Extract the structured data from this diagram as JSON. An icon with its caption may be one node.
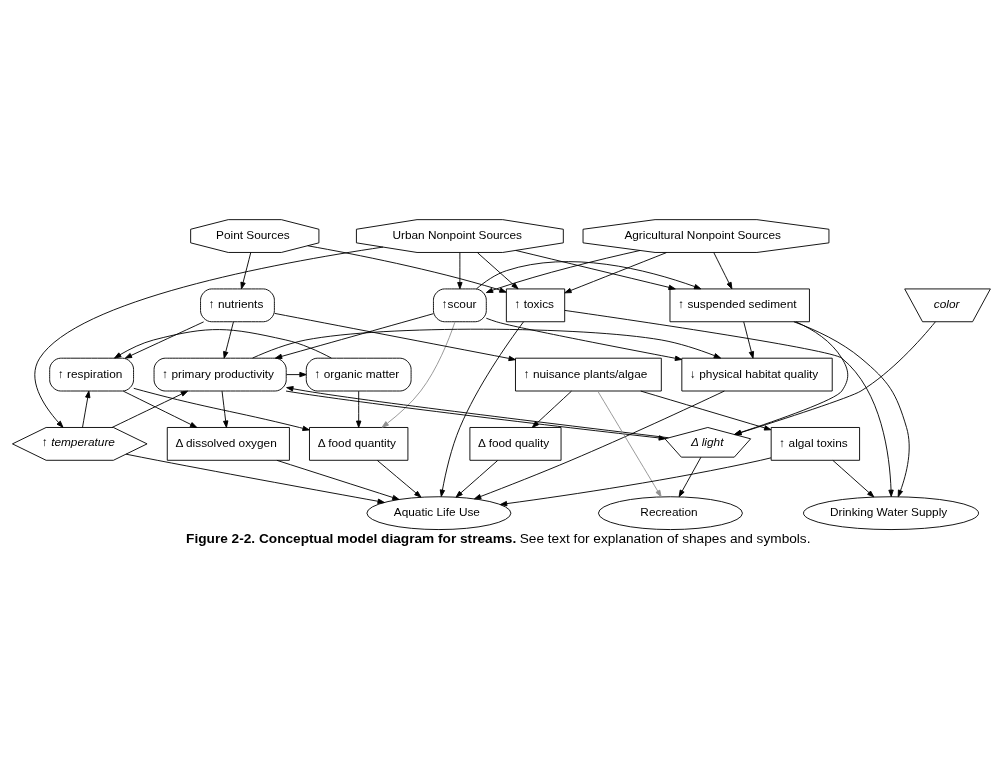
{
  "diagram": {
    "caption": "**Figure 2-2. Conceptual model diagram for streams.** See text for explanation of shapes and symbols.",
    "nodes": [
      {
        "text": [
          "Agricultural Nonpoint Sources"
        ]
      },
      {
        "text": [
          "Urban Nonpoint Sources"
        ]
      },
      {
        "text": [
          "Point Sources"
        ]
      },
      {
        "text": [
          "↑scour"
        ]
      },
      {
        "text": [
          "↑ suspended sediment"
        ]
      },
      {
        "text": [
          "color"
        ]
      },
      {
        "text": [
          "↑ nutrients"
        ]
      },
      {
        "text": [
          "↑ toxics"
        ]
      },
      {
        "text": [
          "Δ light"
        ]
      },
      {
        "text": [
          "↑ temperature"
        ]
      },
      {
        "text": [
          "↓ physical habitat quality"
        ]
      },
      {
        "text": [
          "↑ primary productivity"
        ]
      },
      {
        "text": [
          "↑ organic matter"
        ]
      },
      {
        "text": [
          "↑ respiration"
        ]
      },
      {
        "text": [
          "↑ nuisance plants/algae"
        ]
      },
      {
        "text": [
          "Δ dissolved oxygen"
        ]
      },
      {
        "text": [
          "Δ food quantity"
        ]
      },
      {
        "text": [
          "Δ food quality"
        ]
      },
      {
        "text": [
          "↑ algal toxins"
        ]
      },
      {
        "text": [
          "Recreation"
        ]
      },
      {
        "text": [
          "Aquatic Life Use"
        ]
      },
      {
        "text": [
          "Drinking Water Supply"
        ]
      }
    ],
    "edges": [
      {
        "from": 0,
        "to": 3,
        "arrow": "to"
      },
      {
        "from": 0,
        "to": 4,
        "arrow": "to"
      },
      {
        "from": 1,
        "to": 3,
        "arrow": "to"
      },
      {
        "from": 1,
        "to": 4,
        "arrow": "to"
      },
      {
        "from": 0,
        "to": 7,
        "arrow": "to"
      },
      {
        "from": 1,
        "to": 7,
        "arrow": "to"
      },
      {
        "from": 2,
        "to": 7,
        "arrow": "to"
      },
      {
        "from": 2,
        "to": 6,
        "arrow": "to"
      },
      {
        "from": 1,
        "to": 9,
        "arrow": "to"
      },
      {
        "from": 3,
        "to": 4,
        "arrow": "to"
      },
      {
        "from": 3,
        "to": 10,
        "arrow": "to"
      },
      {
        "from": 3,
        "to": 11,
        "arrow": "to"
      },
      {
        "from": 3,
        "to": 16,
        "arrow": "to",
        "color": "#909090"
      },
      {
        "from": 4,
        "to": 10,
        "arrow": "to"
      },
      {
        "from": 4,
        "to": 8,
        "arrow": "to"
      },
      {
        "from": 4,
        "to": 21,
        "arrow": "to"
      },
      {
        "from": 5,
        "to": 8,
        "arrow": "to"
      },
      {
        "from": 6,
        "to": 11,
        "arrow": "to"
      },
      {
        "from": 6,
        "to": 13,
        "arrow": "to"
      },
      {
        "from": 6,
        "to": 14,
        "arrow": "to"
      },
      {
        "from": 9,
        "to": 11,
        "arrow": "to"
      },
      {
        "from": 9,
        "to": 13,
        "arrow": "to"
      },
      {
        "from": 9,
        "to": 20,
        "arrow": "to"
      },
      {
        "from": 8,
        "to": 11,
        "arrow": "to"
      },
      {
        "from": 11,
        "to": 8,
        "arrow": "to"
      },
      {
        "from": 8,
        "to": 19,
        "arrow": "to"
      },
      {
        "from": 11,
        "to": 10,
        "arrow": "to"
      },
      {
        "from": 11,
        "to": 12,
        "arrow": "to"
      },
      {
        "from": 11,
        "to": 15,
        "arrow": "to"
      },
      {
        "from": 12,
        "to": 13,
        "arrow": "to"
      },
      {
        "from": 12,
        "to": 16,
        "arrow": "to"
      },
      {
        "from": 13,
        "to": 16,
        "arrow": "to"
      },
      {
        "from": 13,
        "to": 15,
        "arrow": "to"
      },
      {
        "from": 14,
        "to": 17,
        "arrow": "to"
      },
      {
        "from": 14,
        "to": 18,
        "arrow": "to"
      },
      {
        "from": 14,
        "to": 19,
        "arrow": "to",
        "color": "#909090"
      },
      {
        "from": 7,
        "to": 20,
        "arrow": "to"
      },
      {
        "from": 7,
        "to": 21,
        "arrow": "to"
      },
      {
        "from": 10,
        "to": 20,
        "arrow": "to"
      },
      {
        "from": 15,
        "to": 20,
        "arrow": "to"
      },
      {
        "from": 16,
        "to": 20,
        "arrow": "to"
      },
      {
        "from": 17,
        "to": 20,
        "arrow": "to"
      },
      {
        "from": 18,
        "to": 20,
        "arrow": "to"
      },
      {
        "from": 18,
        "to": 21,
        "arrow": "to"
      }
    ]
  }
}
